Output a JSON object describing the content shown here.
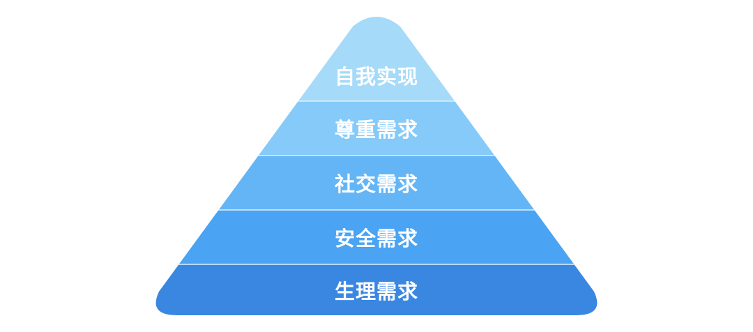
{
  "pyramid": {
    "levels": [
      {
        "label": "自我实现",
        "color": "#a5daf9"
      },
      {
        "label": "尊重需求",
        "color": "#85caf8"
      },
      {
        "label": "社交需求",
        "color": "#64b5f6"
      },
      {
        "label": "安全需求",
        "color": "#4aa3f3"
      },
      {
        "label": "生理需求",
        "color": "#3a87e2"
      }
    ],
    "divider_color": "#dff0fc"
  }
}
